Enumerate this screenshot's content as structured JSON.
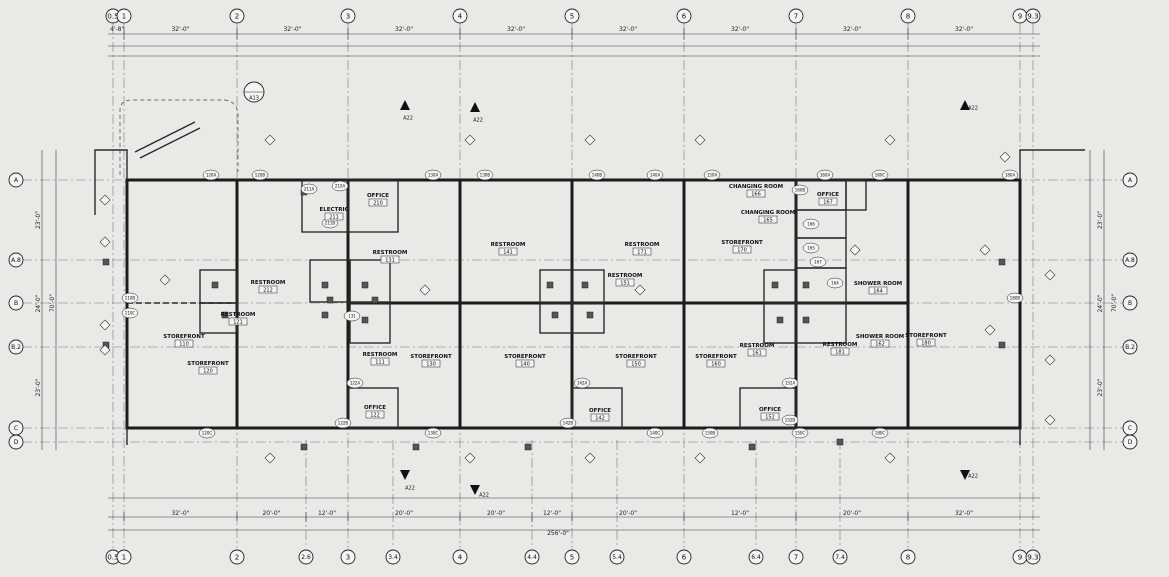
{
  "grid": {
    "columns": [
      "0.5",
      "1",
      "2",
      "3",
      "4",
      "5",
      "6",
      "7",
      "8",
      "9",
      "9.3"
    ],
    "sub_columns": [
      "2.6",
      "3.4",
      "4.4",
      "5.4",
      "6.4",
      "7.4"
    ],
    "rows": [
      "A",
      "A.8",
      "B",
      "B.2",
      "C",
      "D"
    ]
  },
  "dimensions": {
    "top_bays": [
      "32'-0\"",
      "32'-0\"",
      "32'-0\"",
      "32'-0\"",
      "32'-0\"",
      "32'-0\"",
      "32'-0\"",
      "32'-0\""
    ],
    "top_end": "4'-8\"",
    "bottom_bays": [
      "32'-0\"",
      "20'-0\"",
      "12'-0\"",
      "20'-0\"",
      "20'-0\"",
      "12'-0\"",
      "20'-0\"",
      "12'-0\"",
      "20'-0\"",
      "32'-0\""
    ],
    "overall": "256'-0\"",
    "left_side": [
      "23'-0\"",
      "24'-0\"",
      "23'-0\""
    ],
    "right_side": [
      "23'-0\"",
      "24'-0\"",
      "23'-0\""
    ],
    "overall_depth": "70'-0\""
  },
  "rooms": [
    {
      "name": "STOREFRONT",
      "num": "120"
    },
    {
      "name": "STOREFRONT",
      "num": "110"
    },
    {
      "name": "RESTROOM",
      "num": "121"
    },
    {
      "name": "RESTROOM",
      "num": "111"
    },
    {
      "name": "ELECTRIC",
      "num": "211"
    },
    {
      "name": "OFFICE",
      "num": "210"
    },
    {
      "name": "RESTROOM",
      "num": "212"
    },
    {
      "name": "STOREFRONT",
      "num": "130"
    },
    {
      "name": "RESTROOM",
      "num": "131"
    },
    {
      "name": "OFFICE",
      "num": "122"
    },
    {
      "name": "STOREFRONT",
      "num": "140"
    },
    {
      "name": "RESTROOM",
      "num": "141"
    },
    {
      "name": "STOREFRONT",
      "num": "150"
    },
    {
      "name": "RESTROOM",
      "num": "151"
    },
    {
      "name": "OFFICE",
      "num": "142"
    },
    {
      "name": "STOREFRONT",
      "num": "160"
    },
    {
      "name": "RESTROOM",
      "num": "161"
    },
    {
      "name": "STOREFRONT",
      "num": "170"
    },
    {
      "name": "RESTROOM",
      "num": "171"
    },
    {
      "name": "OFFICE",
      "num": "152"
    },
    {
      "name": "CHANGING ROOM",
      "num": "166"
    },
    {
      "name": "CHANGING ROOM",
      "num": "165"
    },
    {
      "name": "OFFICE",
      "num": "167"
    },
    {
      "name": "SHOWER ROOM",
      "num": "164"
    },
    {
      "name": "SHOWER ROOM",
      "num": "162"
    },
    {
      "name": "STOREFRONT",
      "num": "180"
    },
    {
      "name": "RESTROOM",
      "num": "181"
    }
  ],
  "doors": [
    "120A",
    "120B",
    "110B",
    "110C",
    "120C",
    "211A",
    "210A",
    "211B",
    "130A",
    "130B",
    "131",
    "122A",
    "122B",
    "130C",
    "140A",
    "140B",
    "140C",
    "142A",
    "142B",
    "150A",
    "150B",
    "152A",
    "152B",
    "150C",
    "160A",
    "160B",
    "160C",
    "167",
    "164",
    "165",
    "166",
    "180A",
    "180B",
    "180C"
  ],
  "section_marks": [
    "A13",
    "A22",
    "A22",
    "A22",
    "A22",
    "A22",
    "A22"
  ]
}
